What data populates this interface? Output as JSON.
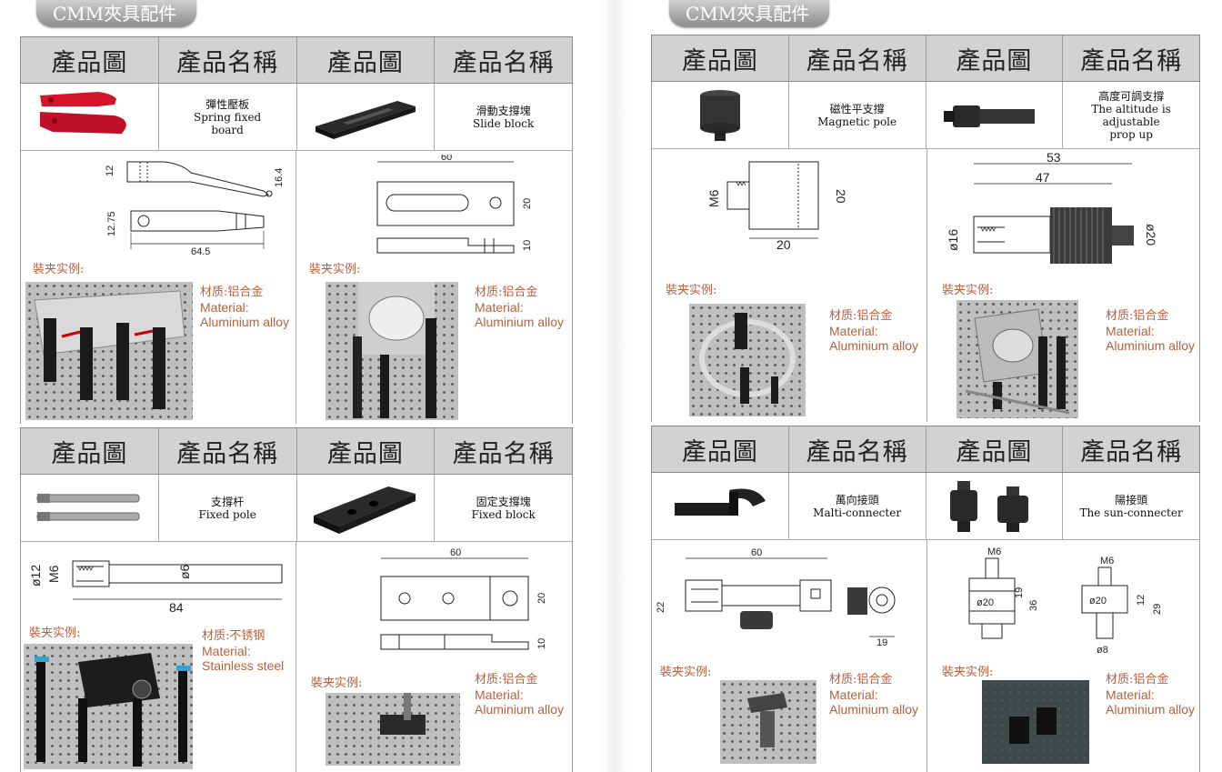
{
  "banner": "CMM夾具配件",
  "header_cols": [
    "產品圖",
    "產品名稱",
    "產品圖",
    "產品名稱"
  ],
  "example_label": "裝夹实例:",
  "products": [
    {
      "name_cn": "彈性壓板",
      "name_en": "Spring fixed board",
      "mat_cn": "材质:铝合金",
      "mat_en1": "Material:",
      "mat_en2": "Aluminium alloy",
      "dims": [
        "12",
        "16.4",
        "12.75",
        "64.5"
      ]
    },
    {
      "name_cn": "滑動支撐塊",
      "name_en": "Slide block",
      "mat_cn": "材质:铝合金",
      "mat_en1": "Material:",
      "mat_en2": "Aluminium alloy",
      "dims": [
        "60",
        "20",
        "10"
      ]
    },
    {
      "name_cn": "支撐杆",
      "name_en": "Fixed pole",
      "mat_cn": "材质:不锈钢",
      "mat_en1": "Material:",
      "mat_en2": "Stainless steel",
      "dims": [
        "ø12",
        "M6",
        "ø6",
        "84"
      ]
    },
    {
      "name_cn": "固定支撐塊",
      "name_en": "Fixed block",
      "mat_cn": "材质:铝合金",
      "mat_en1": "Material:",
      "mat_en2": "Aluminium alloy",
      "dims": [
        "60",
        "20",
        "10"
      ]
    },
    {
      "name_cn": "磁性平支撐",
      "name_en": "Magnetic pole",
      "mat_cn": "材质:铝合金",
      "mat_en1": "Material:",
      "mat_en2": "Aluminium alloy",
      "dims": [
        "M6",
        "20",
        "20"
      ]
    },
    {
      "name_cn": "高度可調支撐",
      "name_en": "The altitude is adjustable prop up",
      "mat_cn": "材质:铝合金",
      "mat_en1": "Material:",
      "mat_en2": "Aluminium alloy",
      "dims": [
        "53",
        "47",
        "ø16",
        "ø20"
      ]
    },
    {
      "name_cn": "萬向接頭",
      "name_en": "Malti-connecter",
      "mat_cn": "材质:铝合金",
      "mat_en1": "Material:",
      "mat_en2": "Aluminium alloy",
      "dims": [
        "60",
        "22",
        "19"
      ]
    },
    {
      "name_cn": "陽接頭",
      "name_en": "The sun-connecter",
      "mat_cn": "材质:铝合金",
      "mat_en1": "Material:",
      "mat_en2": "Aluminium alloy",
      "dims": [
        "M6",
        "ø20",
        "19",
        "36",
        "M6",
        "ø20",
        "12",
        "29",
        "ø8"
      ]
    }
  ]
}
